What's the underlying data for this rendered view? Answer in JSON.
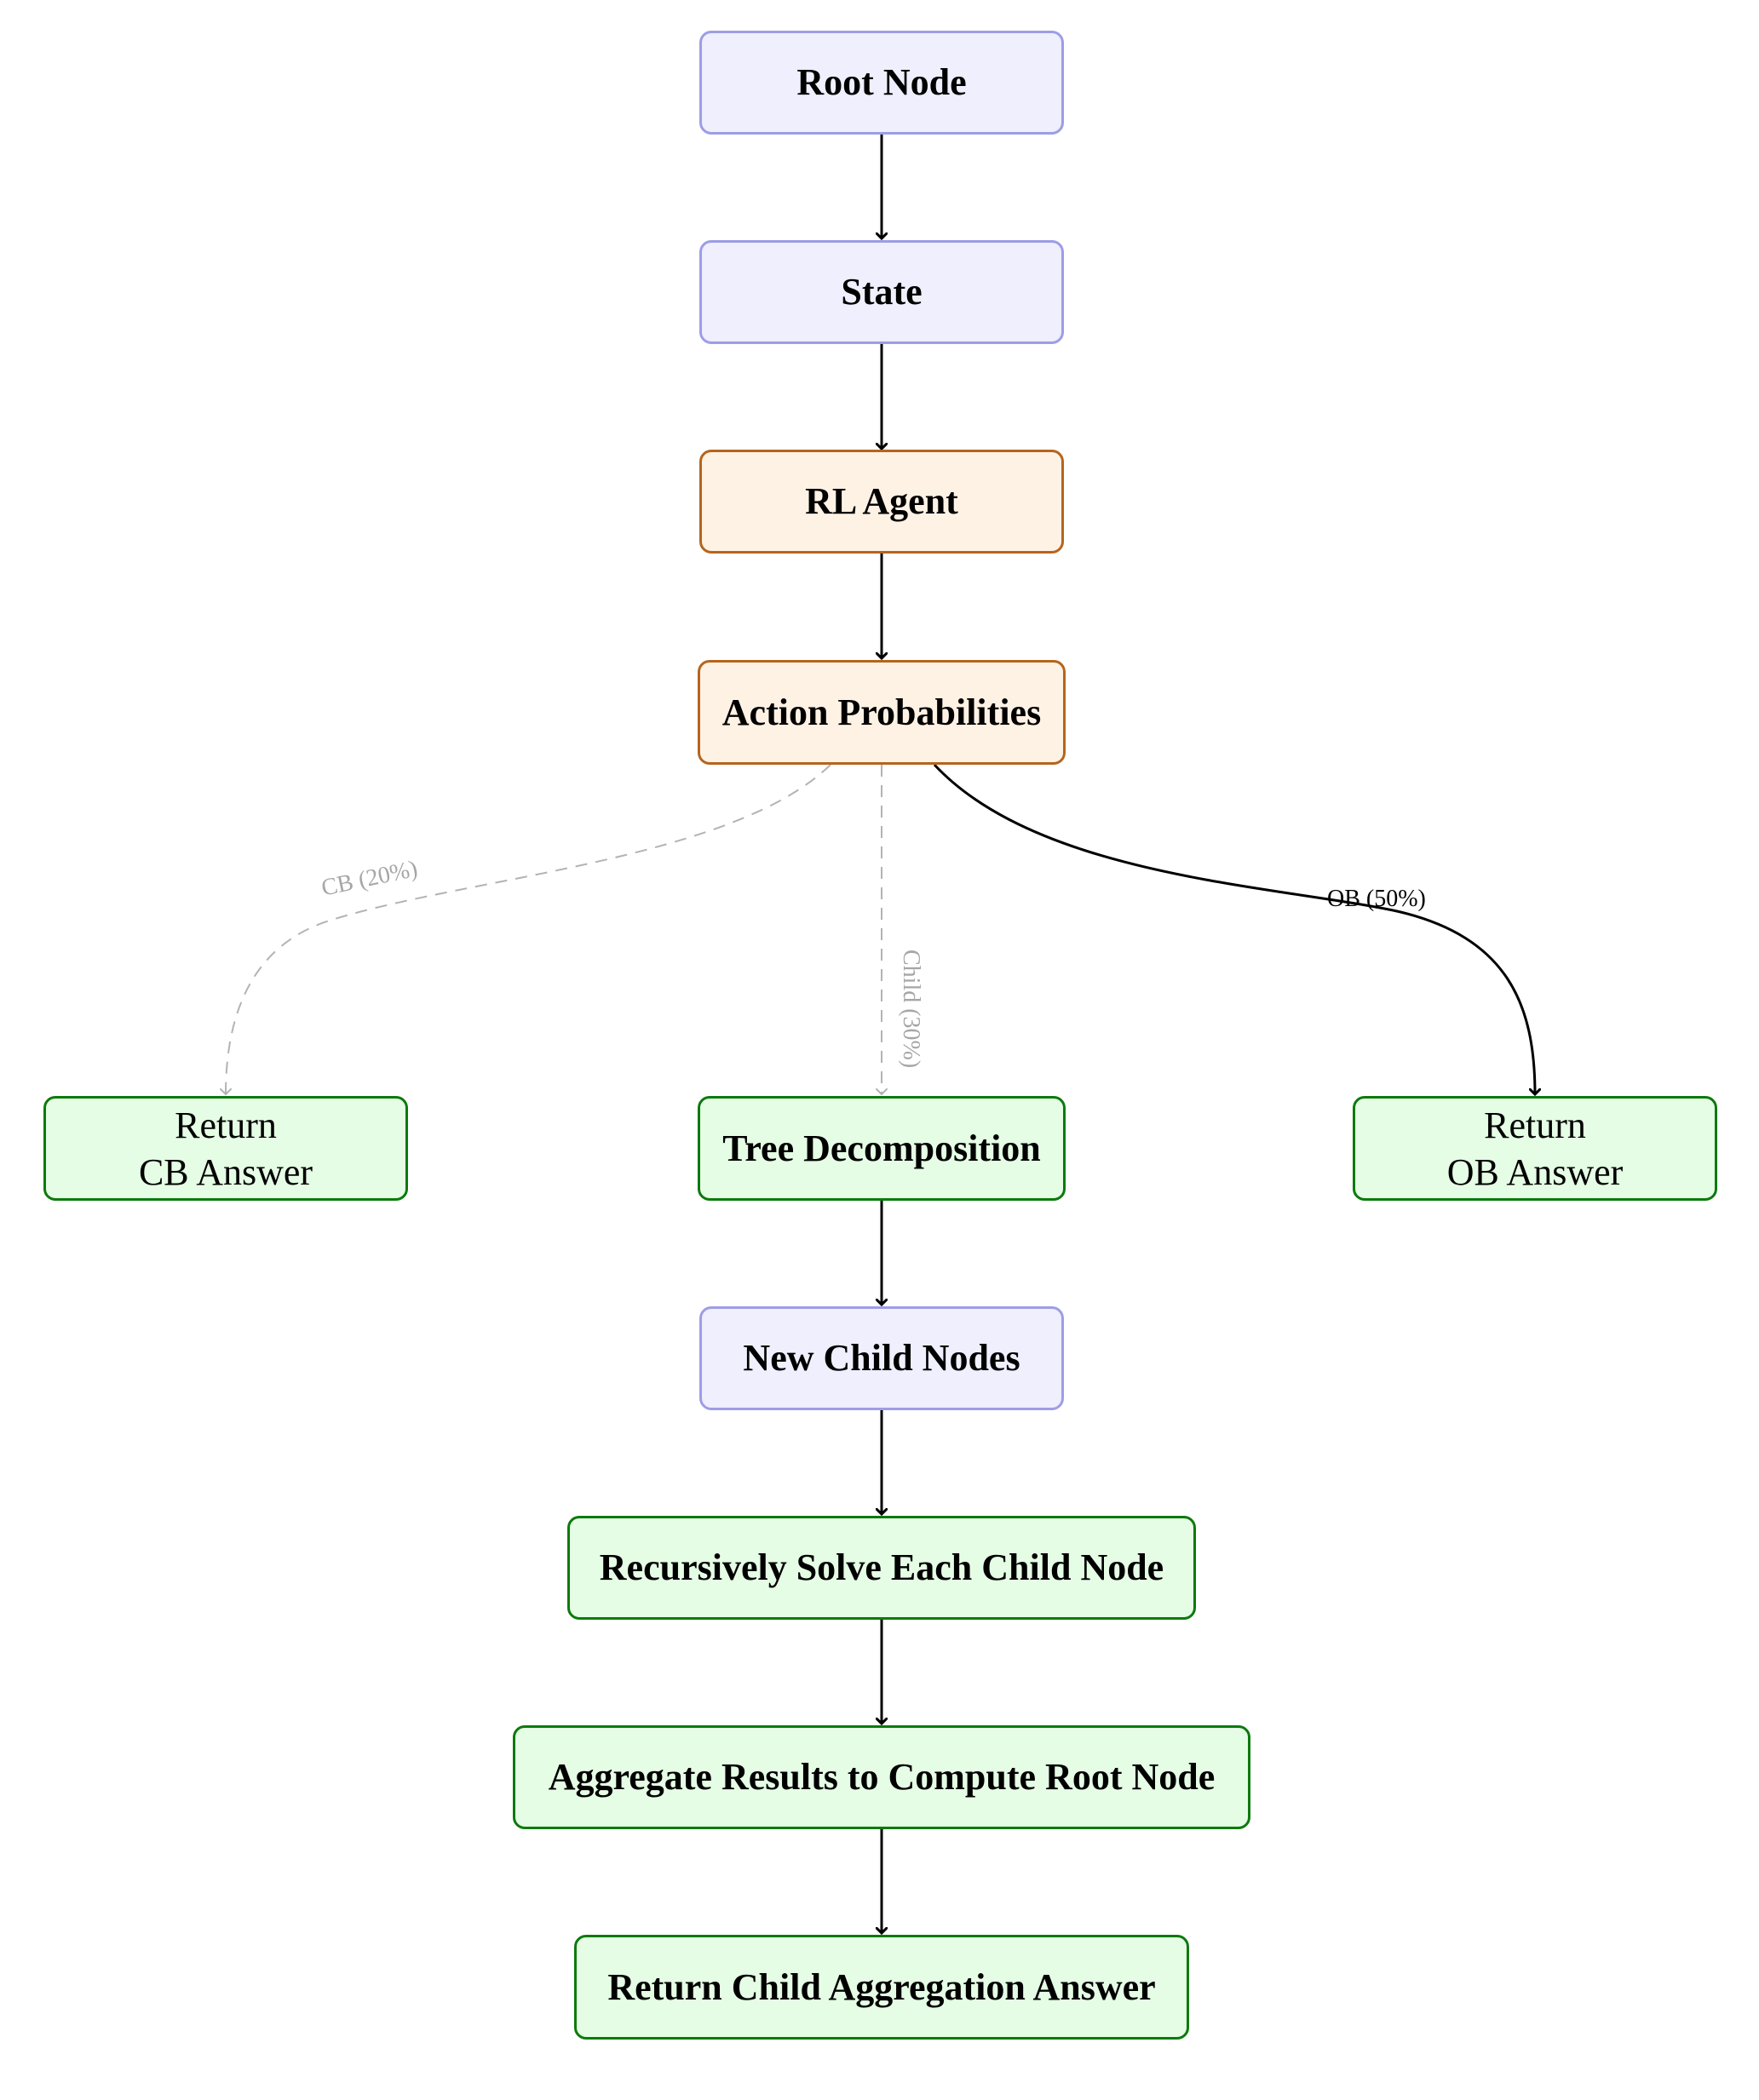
{
  "nodes": {
    "root": "Root Node",
    "state": "State",
    "rl_agent": "RL Agent",
    "action_probs": "Action Probabilities",
    "cb_answer_line1": "Return",
    "cb_answer_line2": "CB Answer",
    "tree_decomp": "Tree Decomposition",
    "ob_answer_line1": "Return",
    "ob_answer_line2": "OB Answer",
    "new_child": "New Child Nodes",
    "recursive": "Recursively Solve Each Child Node",
    "aggregate": "Aggregate Results to Compute Root Node",
    "return_child": "Return Child Aggregation Answer"
  },
  "edges": {
    "cb_label": "CB (20%)",
    "child_label": "Child (30%)",
    "ob_label": "OB (50%)"
  },
  "colors": {
    "blue_fill": "#efeffd",
    "blue_border": "#9d9de6",
    "orange_fill": "#fef2e5",
    "orange_border": "#b5651d",
    "green_fill": "#e5fce5",
    "green_border": "#0c7a0c",
    "solid_edge": "#000000",
    "dashed_edge": "#b3b3b3",
    "dashed_label": "#a6a6a6"
  }
}
